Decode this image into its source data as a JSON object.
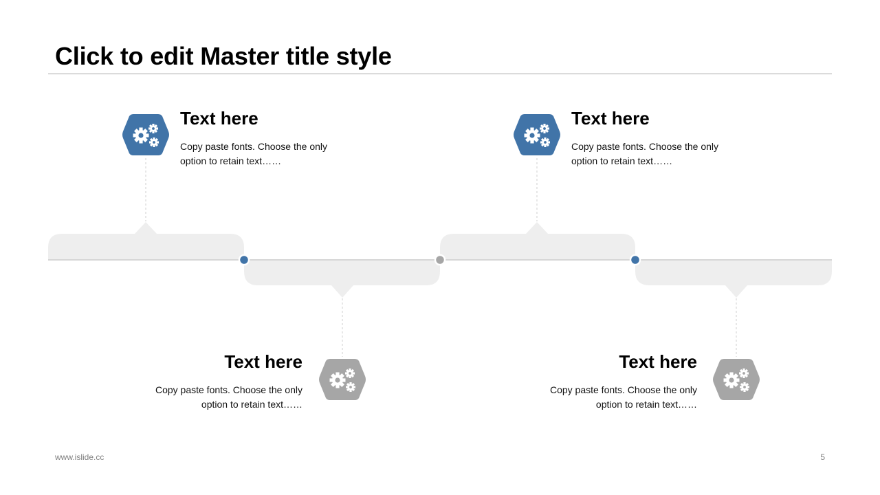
{
  "slide": {
    "title": "Click to edit Master title style",
    "footer_url": "www.islide.cc",
    "page_number": "5"
  },
  "colors": {
    "accent": "#4174a8",
    "muted": "#a6a6a6",
    "band": "#eeeeee",
    "line": "#d9d9d9"
  },
  "items": [
    {
      "heading": "Text here",
      "body": "Copy paste fonts. Choose the only option to retain text……",
      "icon": "gears-icon",
      "color": "blue",
      "position": "top"
    },
    {
      "heading": "Text here",
      "body": "Copy paste fonts. Choose the only option to retain text……",
      "icon": "gears-icon",
      "color": "gray",
      "position": "bottom"
    },
    {
      "heading": "Text here",
      "body": "Copy paste fonts. Choose the only option to retain text……",
      "icon": "gears-icon",
      "color": "blue",
      "position": "top"
    },
    {
      "heading": "Text here",
      "body": "Copy paste fonts. Choose the only option to retain text……",
      "icon": "gears-icon",
      "color": "gray",
      "position": "bottom"
    }
  ]
}
